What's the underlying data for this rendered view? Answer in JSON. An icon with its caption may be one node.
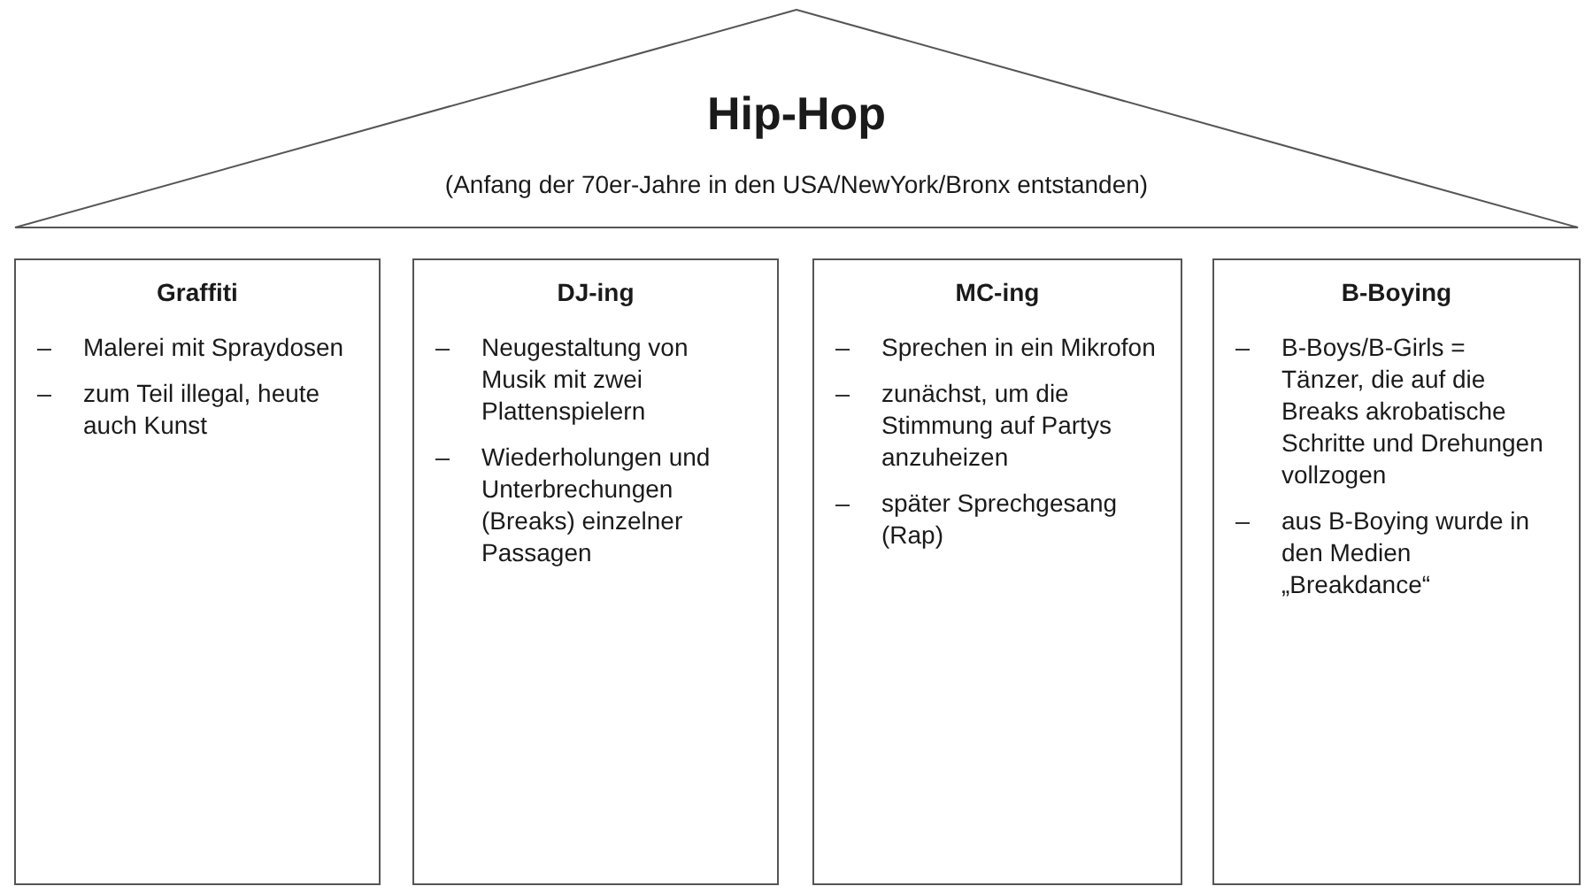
{
  "diagram": {
    "nodes": [
      {
        "text": [
          "Hip-Hop",
          "(Anfang der 70er-Jahre in den USA/NewYork/Bronx entstanden)"
        ]
      },
      {
        "text": [
          "Graffiti",
          "Malerei mit Spraydosen",
          "zum Teil illegal, heute auch Kunst"
        ]
      },
      {
        "text": [
          "DJ-ing",
          "Neugestaltung von Musik mit zwei Plattenspielern",
          "Wiederholungen und Unterbrechungen (Breaks) einzelner Passagen"
        ]
      },
      {
        "text": [
          "MC-ing",
          "Sprechen in ein Mikrofon",
          "zunächst, um die Stimmung auf Partys anzuheizen",
          "später Sprechgesang (Rap)"
        ]
      },
      {
        "text": [
          "B-Boying",
          "B-Boys/B-Girls = Tänzer, die auf die Breaks akrobatische Schritte und Drehungen vollzogen",
          "aus B-Boying wurde in den Medien „Breakdance“"
        ]
      }
    ]
  }
}
